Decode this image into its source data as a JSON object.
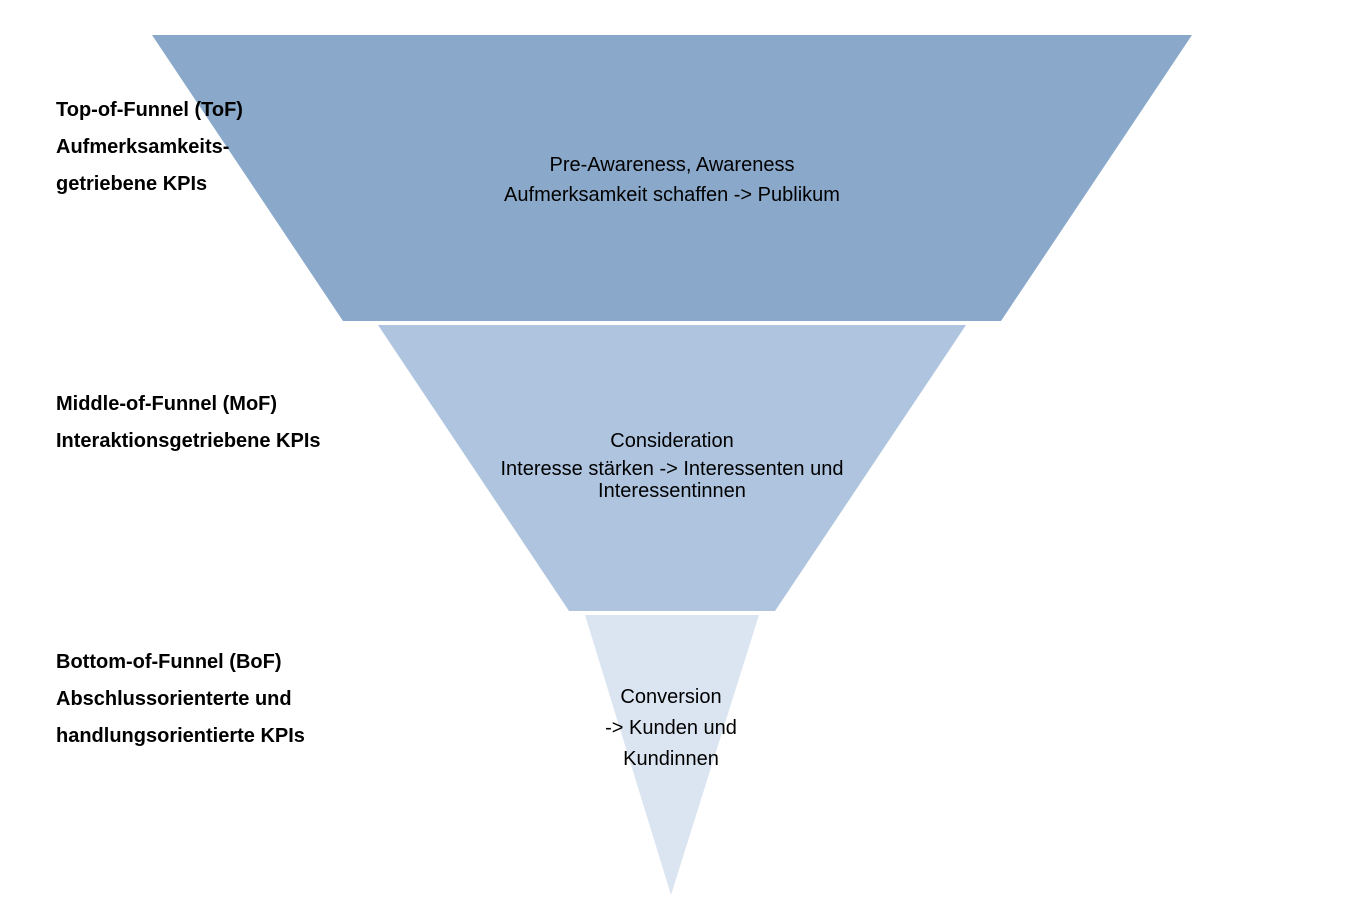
{
  "colors": {
    "stage_top": "#8aa8c9",
    "stage_middle": "#aec4df",
    "stage_bottom": "#dbe5f1",
    "text": "#000000",
    "background": "#ffffff"
  },
  "left_labels": {
    "top": {
      "line1": "Top-of-Funnel (ToF)",
      "line2": "Aufmerksamkeits-",
      "line3": "getriebene KPIs"
    },
    "middle": {
      "line1": "Middle-of-Funnel (MoF)",
      "line2": "Interaktionsgetriebene KPIs"
    },
    "bottom": {
      "line1": "Bottom-of-Funnel (BoF)",
      "line2": "Abschlussorienterte und",
      "line3": "handlungsorientierte KPIs"
    }
  },
  "stages": {
    "top": {
      "title": "Pre-Awareness, Awareness",
      "subtitle": "Aufmerksamkeit schaffen -> Publikum"
    },
    "middle": {
      "title": "Consideration",
      "subtitle1": "Interesse stärken -> Interessenten und",
      "subtitle2": "Interessentinnen"
    },
    "bottom": {
      "title": "Conversion",
      "subtitle1": "-> Kunden und",
      "subtitle2": "Kundinnen"
    }
  }
}
